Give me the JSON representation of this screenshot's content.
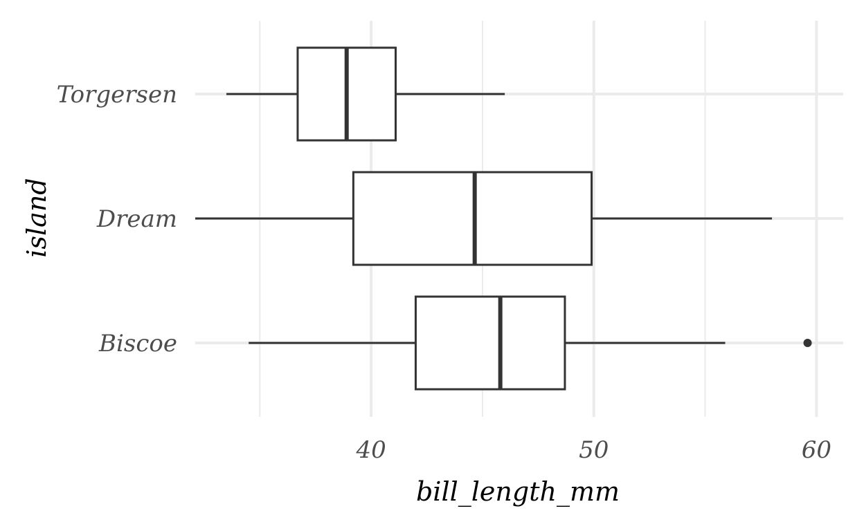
{
  "chart_data": {
    "type": "boxplot",
    "orientation": "horizontal",
    "xlabel": "bill_length_mm",
    "ylabel": "island",
    "xlim": [
      32.1,
      61.2
    ],
    "xticks": [
      40,
      50,
      60
    ],
    "xtick_labels": [
      "40",
      "50",
      "60"
    ],
    "minor_xticks": [
      35,
      45,
      55
    ],
    "grid": true,
    "categories": [
      "Torgersen",
      "Dream",
      "Biscoe"
    ],
    "boxes": [
      {
        "category": "Torgersen",
        "whisker_low": 33.5,
        "q1": 36.7,
        "median": 38.9,
        "q3": 41.1,
        "whisker_high": 46.0,
        "outliers": []
      },
      {
        "category": "Dream",
        "whisker_low": 32.1,
        "q1": 39.2,
        "median": 44.65,
        "q3": 49.9,
        "whisker_high": 58.0,
        "outliers": []
      },
      {
        "category": "Biscoe",
        "whisker_low": 34.5,
        "q1": 42.0,
        "median": 45.8,
        "q3": 48.7,
        "whisker_high": 55.9,
        "outliers": [
          59.6
        ]
      }
    ],
    "colors": {
      "grid": "#ebebeb",
      "box_stroke": "#333333",
      "box_fill": "#ffffff",
      "text": "#4d4d4d",
      "title": "#000000"
    }
  }
}
